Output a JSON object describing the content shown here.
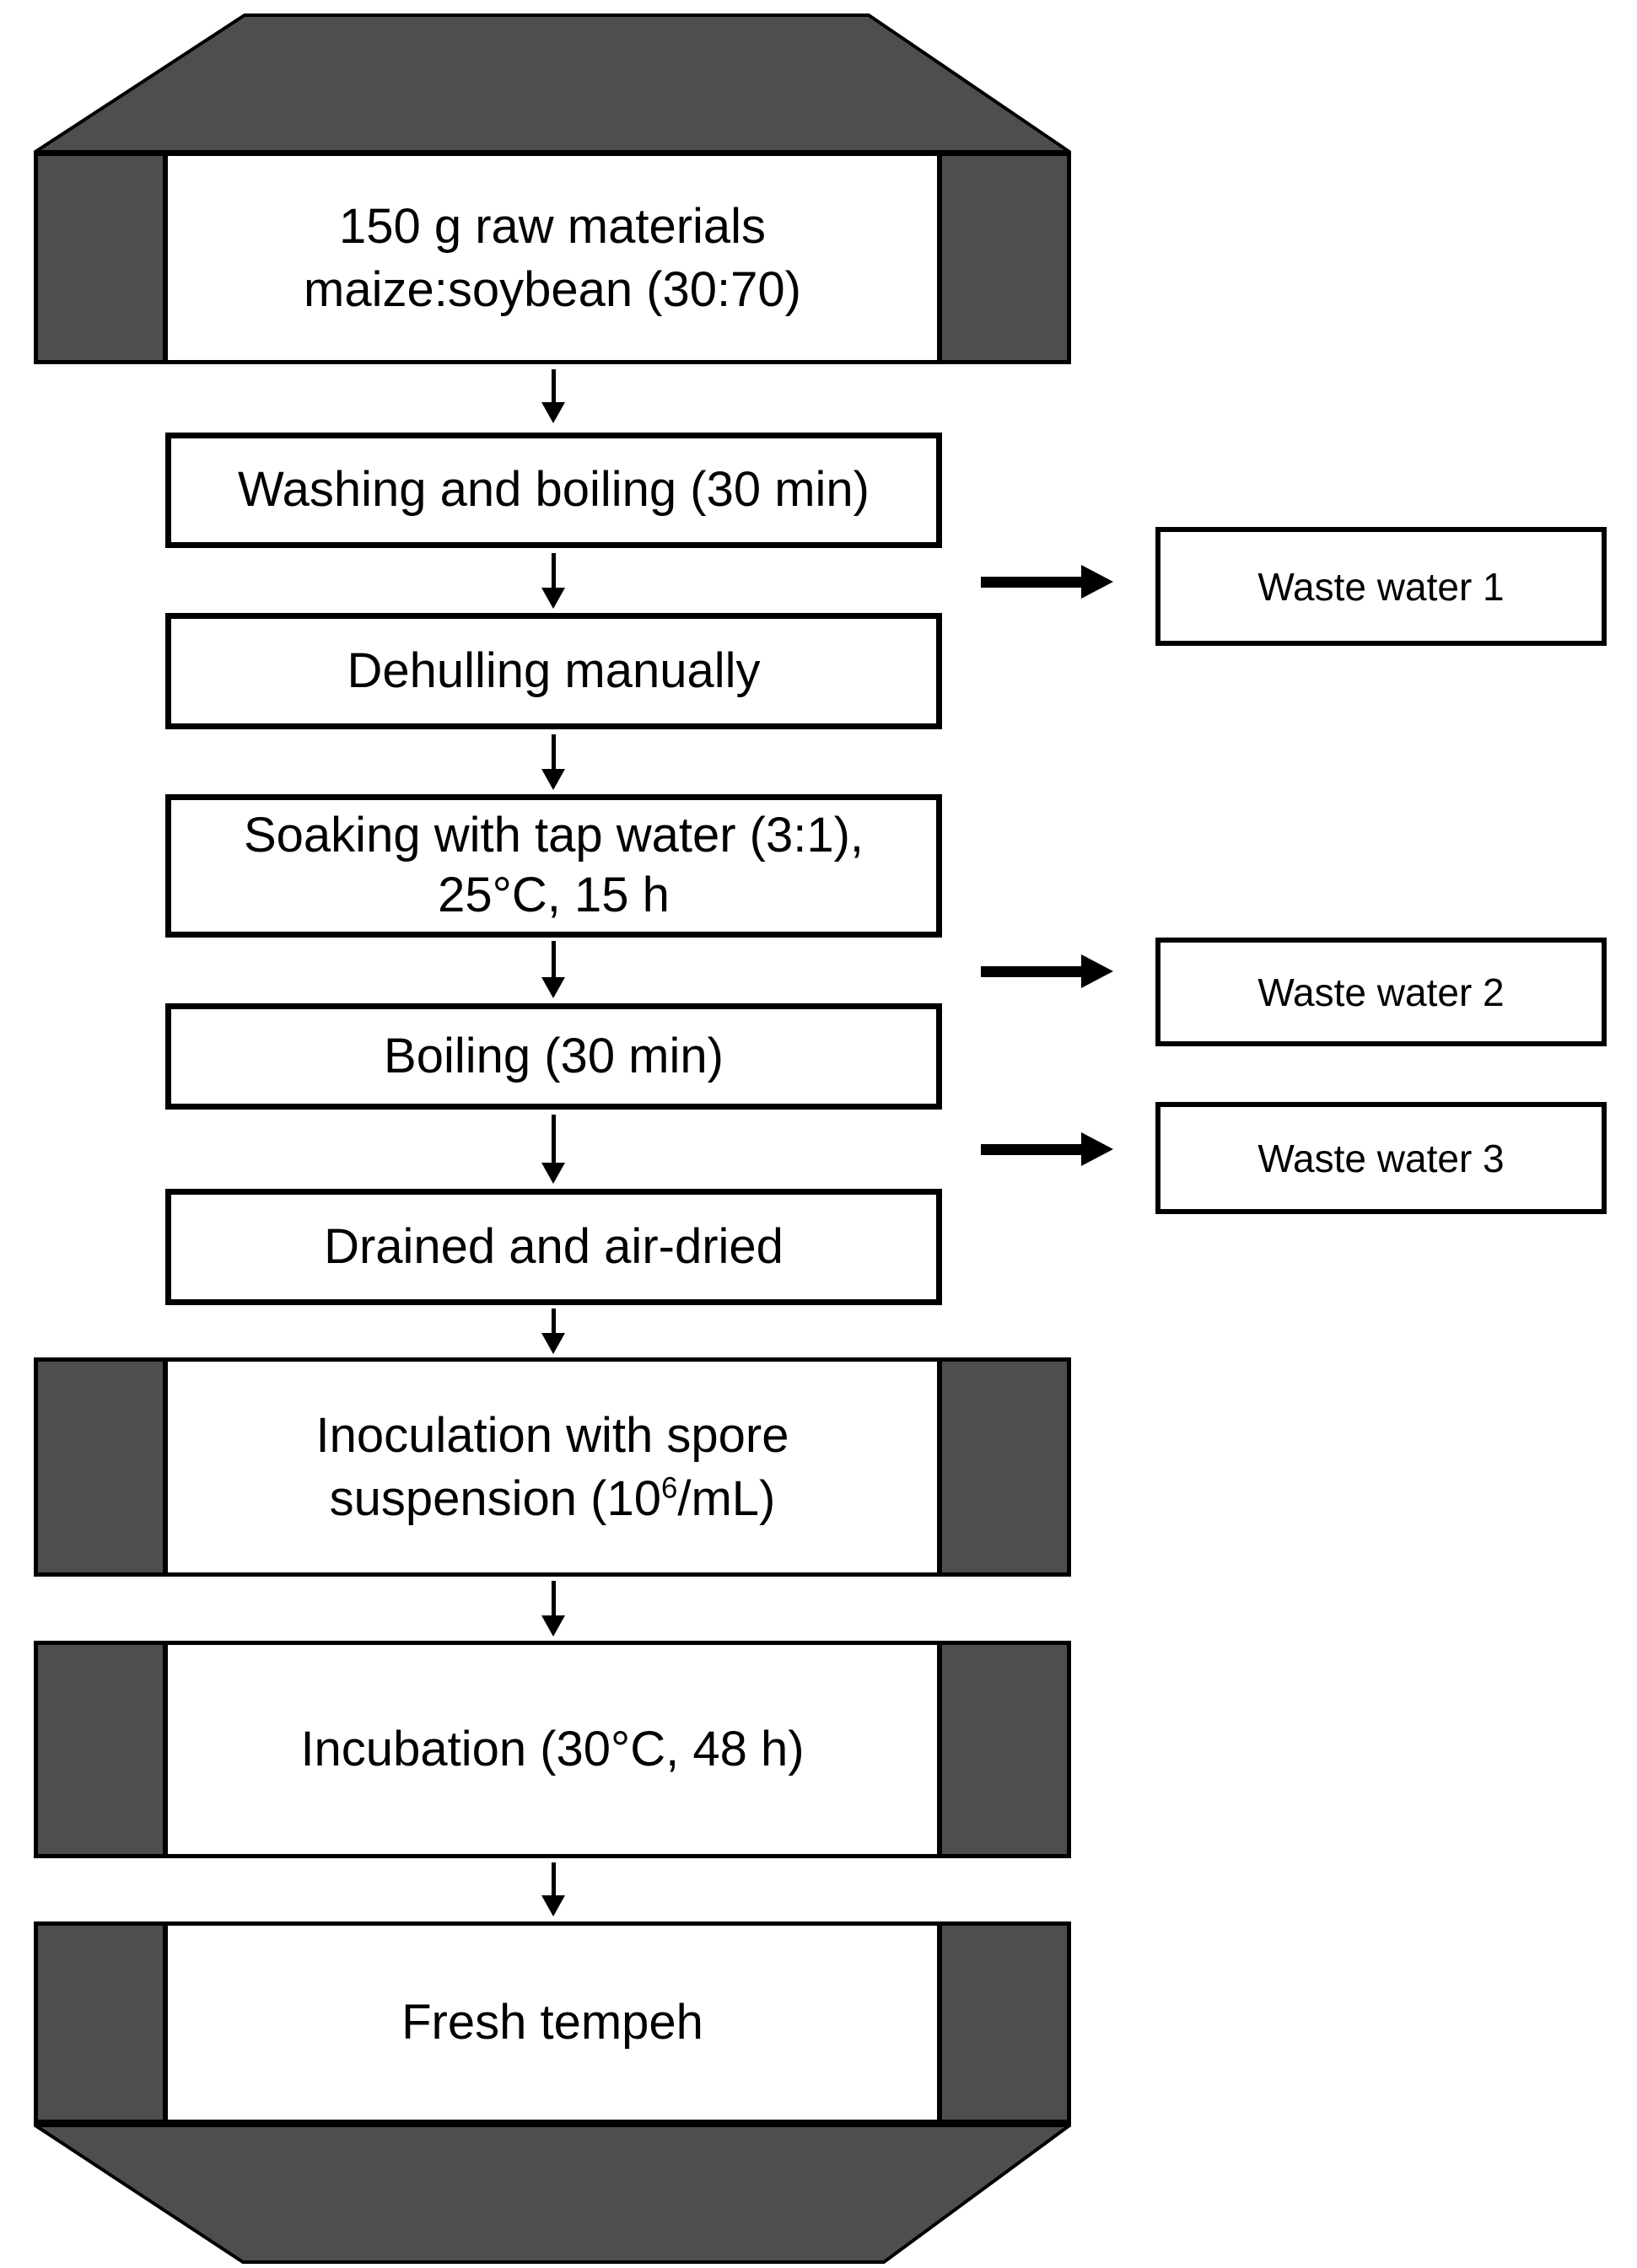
{
  "flow": {
    "raw_materials": {
      "line1": "150 g raw materials",
      "line2": "maize:soybean (30:70)"
    },
    "washing": "Washing and boiling (30 min)",
    "dehulling": "Dehulling manually",
    "soaking": {
      "line1": "Soaking with tap water (3:1),",
      "line2": "25°C, 15 h"
    },
    "boiling": "Boiling (30 min)",
    "drained": "Drained and air-dried",
    "inoculation": {
      "line1": "Inoculation with spore",
      "line2_pre": "suspension (10",
      "line2_sup": "6",
      "line2_post": "/mL)"
    },
    "incubation": "Incubation (30°C, 48 h)",
    "fresh_tempeh": "Fresh tempeh"
  },
  "waste": [
    "Waste water 1",
    "Waste water 2",
    "Waste water 3"
  ],
  "colors": {
    "panel_gray": "#4e4e4e",
    "line_black": "#000000",
    "box_fill": "#ffffff"
  }
}
